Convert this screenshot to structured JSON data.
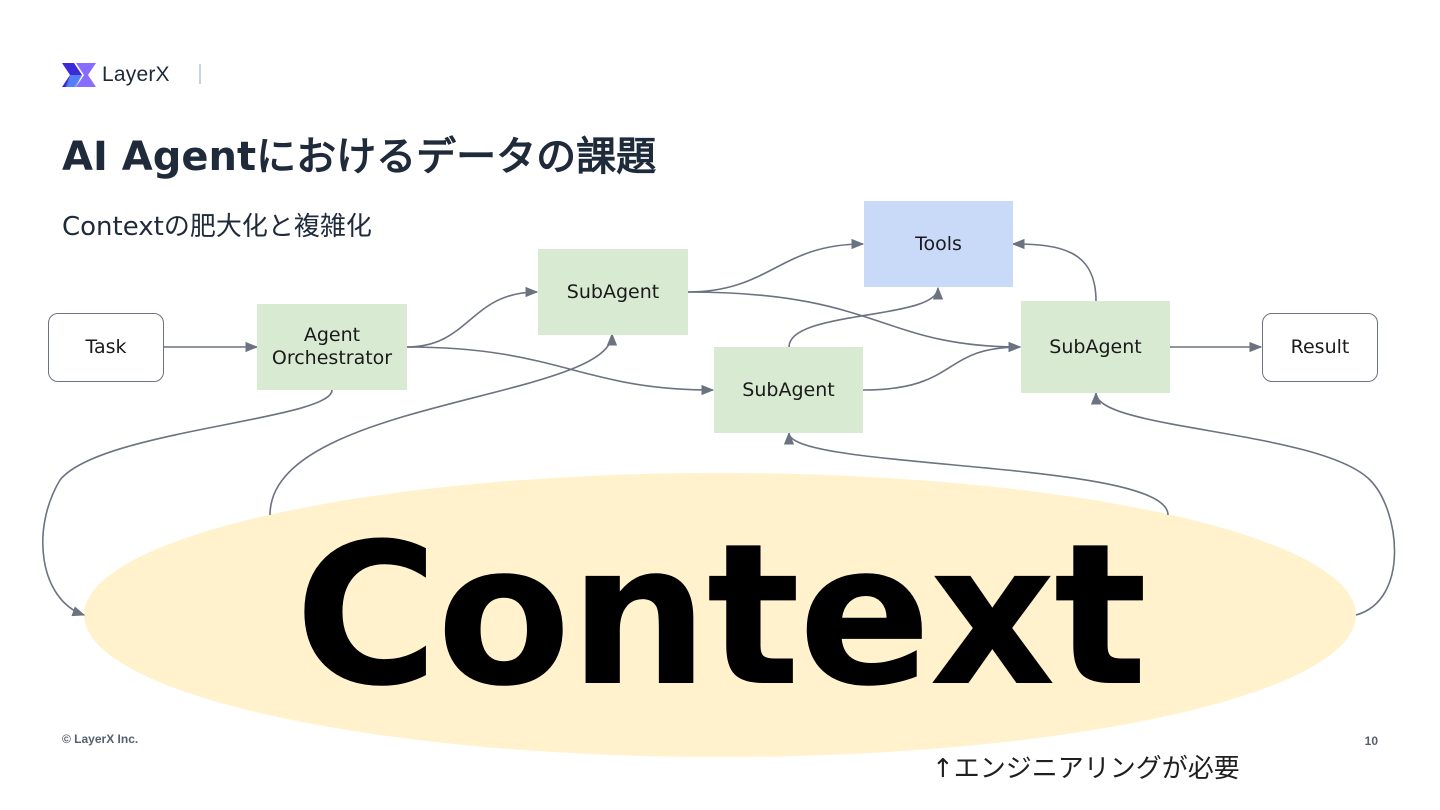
{
  "brand": {
    "logo_icon": "layerx-logo-icon",
    "name": "LayerX",
    "accent": "#6a4cf3"
  },
  "title": "AI Agentにおけるデータの課題",
  "subtitle": "Contextの肥大化と複雑化",
  "diagram": {
    "nodes": {
      "task": "Task",
      "orchestrator": "Agent\nOrchestrator",
      "subagent_top": "SubAgent",
      "subagent_middle": "SubAgent",
      "subagent_right": "SubAgent",
      "tools": "Tools",
      "result": "Result"
    },
    "context_label": "Context",
    "colors": {
      "agent_fill": "#d9ead3",
      "tools_fill": "#c9daf8",
      "context_fill": "#fff2cc",
      "edge": "#6b7280"
    }
  },
  "note": "↑エンジニアリングが必要",
  "footer": {
    "copyright": "© LayerX Inc.",
    "page_number": "10"
  }
}
